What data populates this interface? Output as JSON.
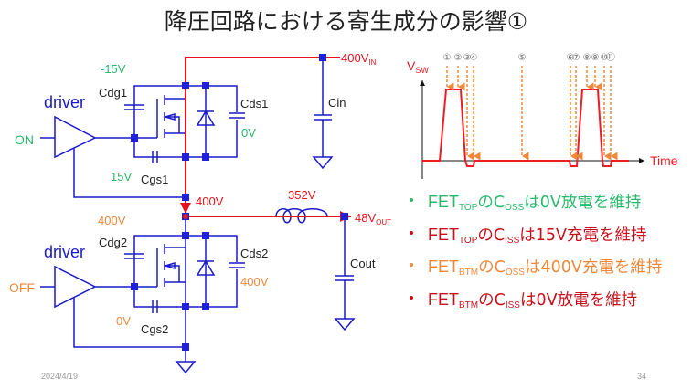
{
  "slide": {
    "title": "降圧回路における寄生成分の影響①",
    "footer_date": "2024/4/19",
    "page_number": "34"
  },
  "colors": {
    "wire": "#1a1acc",
    "node": "#1f1fe0",
    "power_path": "#e8121c",
    "green": "#2bb86a",
    "orange": "#f0883a",
    "dark_red": "#c8101c",
    "black": "#222222"
  },
  "circuit": {
    "top_driver": {
      "label": "driver",
      "input": "ON"
    },
    "bottom_driver": {
      "label": "driver",
      "input": "OFF"
    },
    "top_fet": {
      "cdg": "Cdg1",
      "cgs": "Cgs1",
      "cds": "Cds1",
      "vdg": "-15V",
      "vgs": "15V",
      "vds": "0V"
    },
    "bottom_fet": {
      "cdg": "Cdg2",
      "cgs": "Cgs2",
      "cds": "Cds2",
      "vdg": "400V",
      "vgs": "0V",
      "vds": "400V"
    },
    "vin_label": "400V",
    "vin_sub": "IN",
    "cin": "Cin",
    "sw_node": "400V",
    "inductor_voltage": "352V",
    "vout_label": "48V",
    "vout_sub": "OUT",
    "cout": "Cout"
  },
  "waveform": {
    "y_label": "V",
    "y_sub": "SW",
    "x_label": "Time",
    "markers": [
      "①",
      "②",
      "③",
      "④",
      "⑤",
      "⑥",
      "⑦",
      "⑧",
      "⑨",
      "⑩",
      "⑪"
    ]
  },
  "bullets": [
    {
      "pre": "FET",
      "sub1": "TOP",
      "mid": "のC",
      "sub2": "OSS",
      "post": "は0V放電を維持",
      "color": "#2bb86a"
    },
    {
      "pre": "FET",
      "sub1": "TOP",
      "mid": "のC",
      "sub2": "ISS",
      "post": "は15V充電を維持",
      "color": "#c8101c"
    },
    {
      "pre": "FET",
      "sub1": "BTM",
      "mid": "のC",
      "sub2": "OSS",
      "post": "は400V充電を維持",
      "color": "#f0883a"
    },
    {
      "pre": "FET",
      "sub1": "BTM",
      "mid": "のC",
      "sub2": "ISS",
      "post": "は0V放電を維持",
      "color": "#c8101c"
    }
  ]
}
